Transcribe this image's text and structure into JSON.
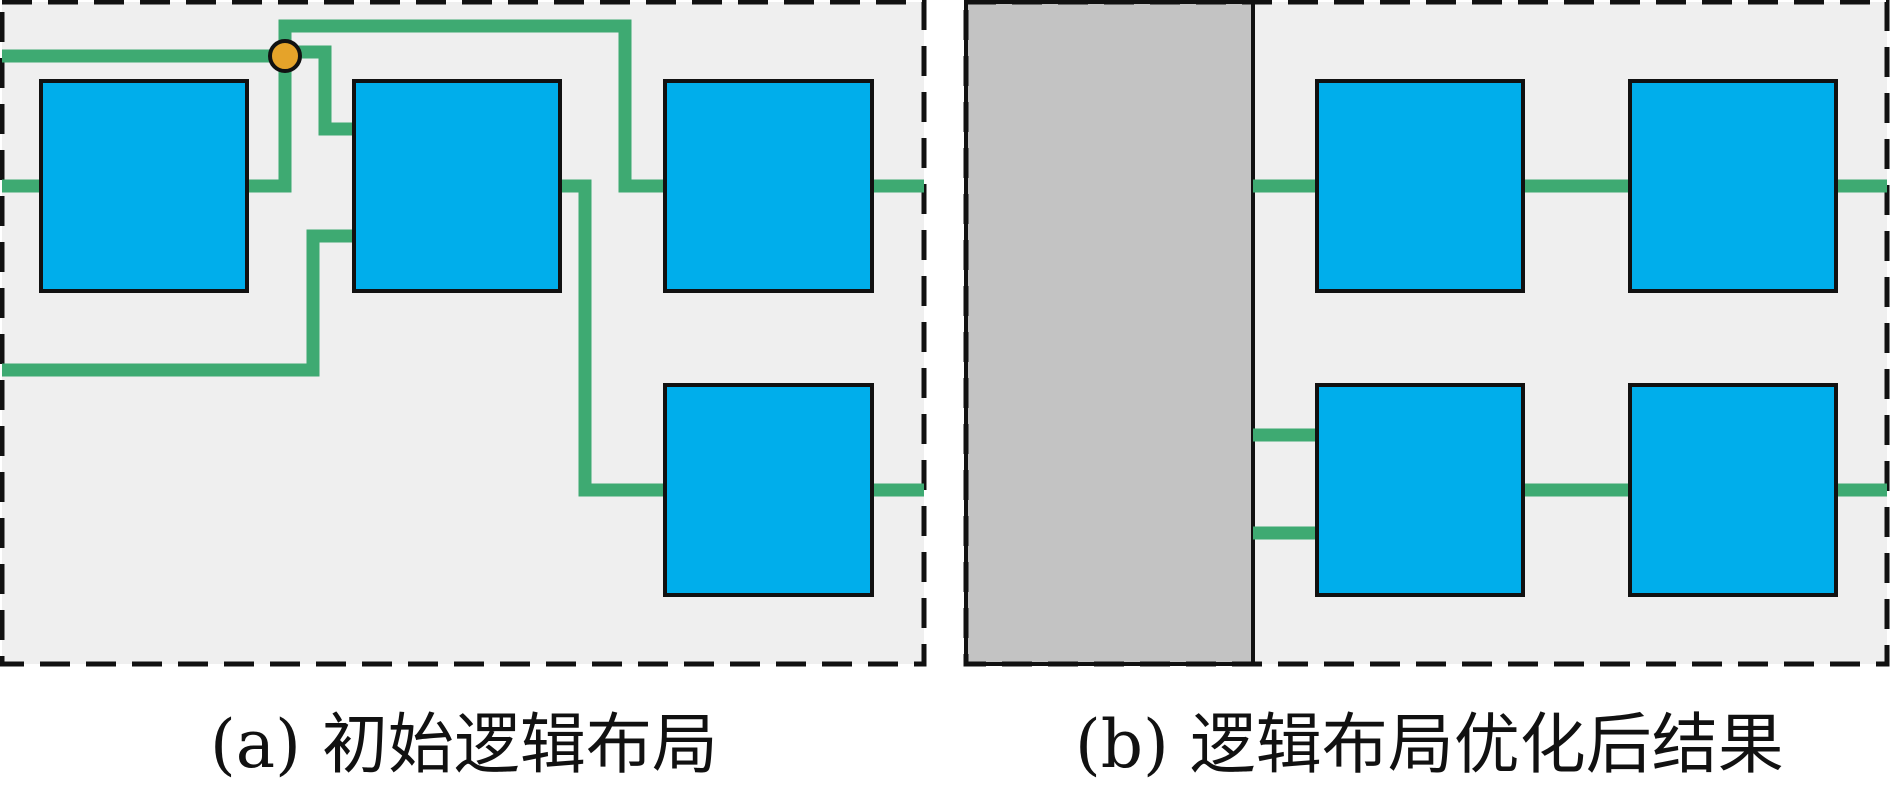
{
  "panels": [
    {
      "id": "a",
      "caption": "(a) 初始逻辑布局",
      "block_count": 4,
      "has_fixed_region": false,
      "has_junction_point": true
    },
    {
      "id": "b",
      "caption": "(b) 逻辑布局优化后结果",
      "block_count": 4,
      "has_fixed_region": true,
      "has_junction_point": false
    }
  ],
  "colors": {
    "panel_background": "#efefef",
    "border_dashes": "#111111",
    "block_fill": "#00aeeb",
    "block_stroke": "#111111",
    "wire": "#3eaa72",
    "junction_fill": "#e5a32a",
    "fixed_region_fill": "#c3c3c3"
  }
}
